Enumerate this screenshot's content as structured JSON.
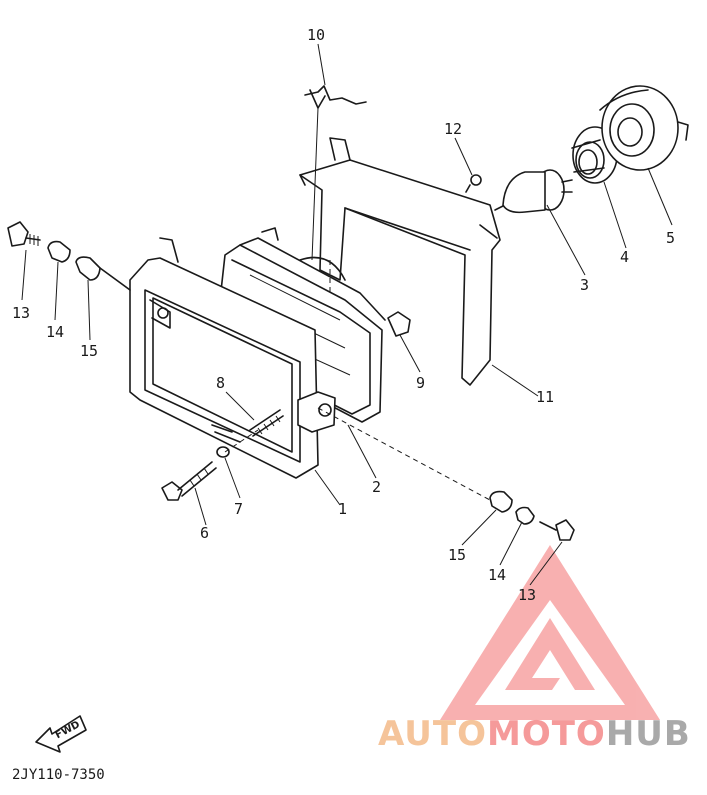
{
  "diagram": {
    "part_code": "2JY110-7350",
    "fwd_label": "FWD",
    "callouts": [
      "10",
      "12",
      "5",
      "4",
      "3",
      "13",
      "14",
      "15",
      "8",
      "9",
      "11",
      "2",
      "7",
      "1",
      "6",
      "15",
      "14",
      "13"
    ]
  },
  "watermark": {
    "brand_part1": "AUTO",
    "brand_part2": "MOTO",
    "brand_part3": "HUB",
    "colors": {
      "part1": "#f5c49a",
      "part2": "#f59a9a",
      "part3": "#a9a9a9",
      "triangle": "#f7a3a3"
    }
  }
}
